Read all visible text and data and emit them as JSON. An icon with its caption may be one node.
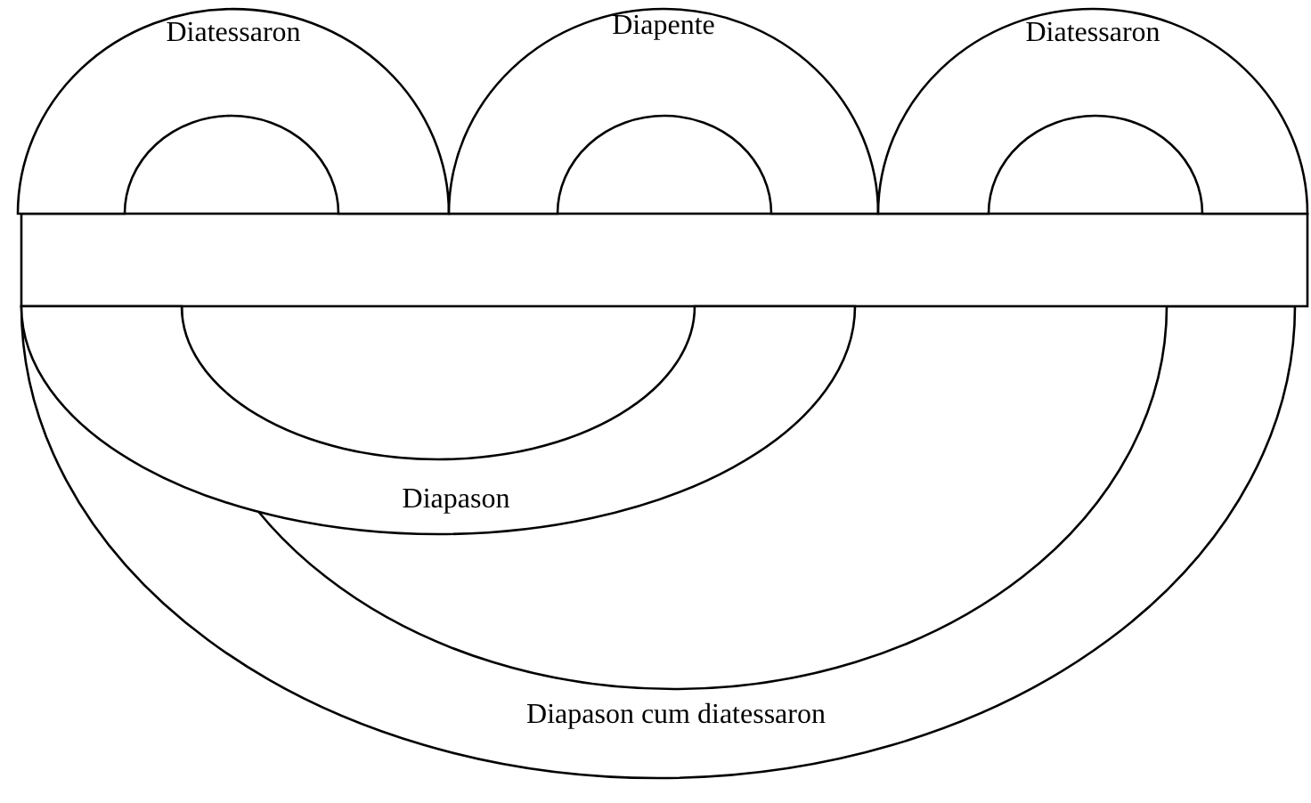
{
  "diagram": {
    "nodes": [
      {
        "text": [
          "Diatessaron"
        ]
      },
      {
        "text": [
          "Diapente"
        ]
      },
      {
        "text": [
          "Diatessaron"
        ]
      },
      {
        "text": [],
        "shape": "bar"
      },
      {
        "text": [
          "Diapason"
        ]
      },
      {
        "text": [
          "Diapason cum diatessaron"
        ]
      }
    ]
  }
}
